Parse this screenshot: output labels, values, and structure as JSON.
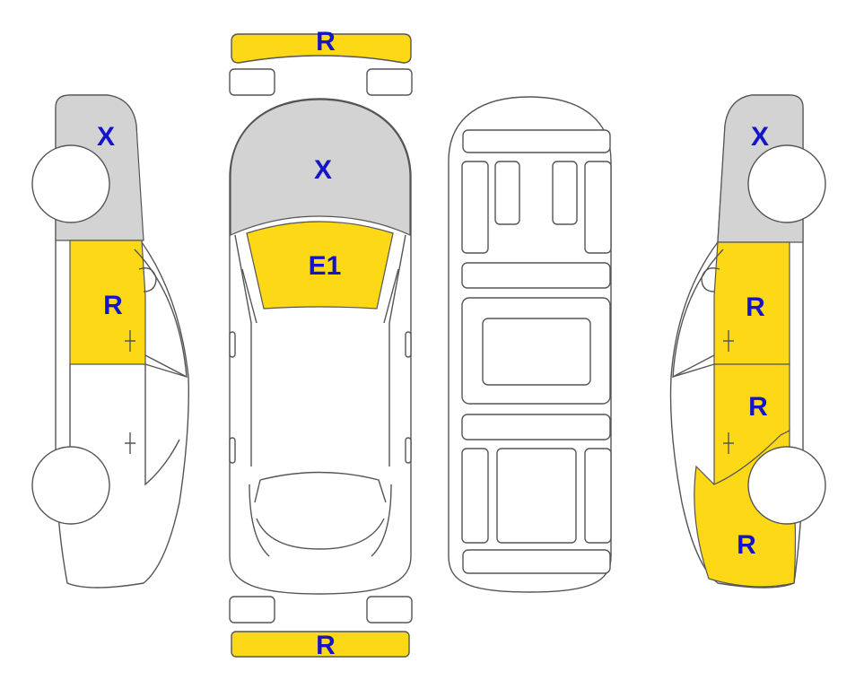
{
  "colors": {
    "repair": "#FDD816",
    "replace": "#D3D3D3",
    "label": "#1414C8",
    "outline": "#555555"
  },
  "labels": {
    "front_bumper": "R",
    "hood": "X",
    "windshield": "E1",
    "rear_bumper": "R",
    "left_fender": "X",
    "left_front_door": "R",
    "right_fender": "X",
    "right_front_door": "R",
    "right_rear_door": "R",
    "right_quarter_panel": "R"
  }
}
